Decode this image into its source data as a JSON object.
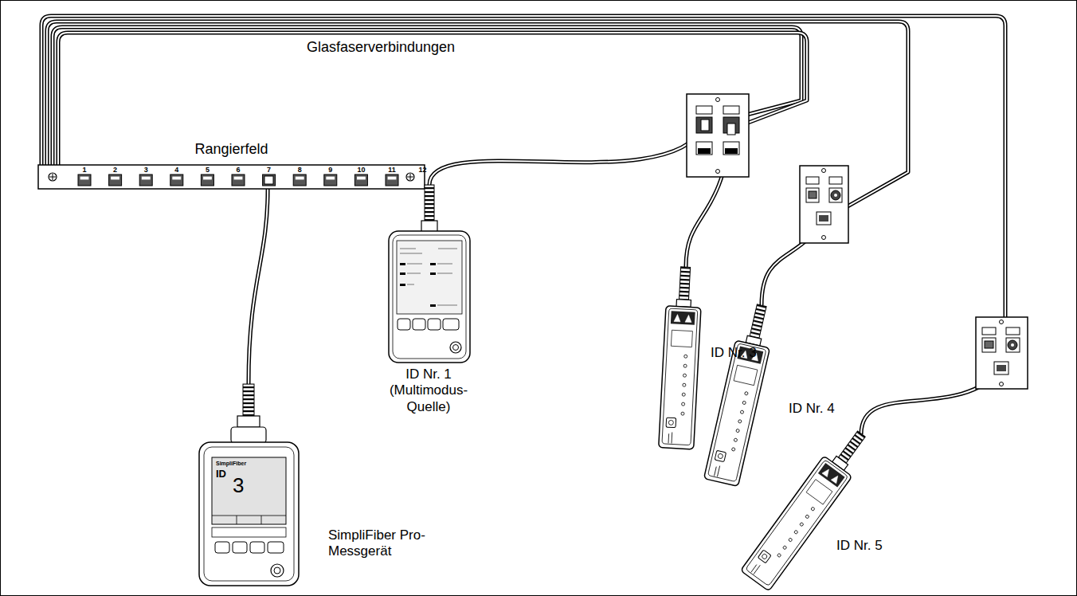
{
  "diagram": {
    "nodes": [
      {
        "text": [
          "Rangierfeld"
        ]
      },
      {
        "text": [
          "SimpliFiber Pro-Messgerät"
        ]
      },
      {
        "text": [
          "ID Nr. 1 (Multimodus-Quelle)"
        ]
      },
      {
        "text": [
          "ID Nr. 3"
        ]
      },
      {
        "text": [
          "ID Nr. 4"
        ]
      },
      {
        "text": [
          "ID Nr. 5"
        ]
      }
    ],
    "edges": [
      {
        "from": 0,
        "to": 1,
        "arrow": "none"
      },
      {
        "from": 0,
        "to": 2,
        "arrow": "none"
      },
      {
        "from": 0,
        "to": 3,
        "arrow": "none"
      },
      {
        "from": 0,
        "to": 4,
        "arrow": "none"
      },
      {
        "from": 0,
        "to": 5,
        "arrow": "none"
      }
    ],
    "labels": [
      "Glasfaserverbindungen",
      "1",
      "2",
      "3",
      "4",
      "5",
      "6",
      "7",
      "8",
      "9",
      "10",
      "11",
      "12",
      "SimpliFiber",
      "ID",
      "3"
    ]
  }
}
